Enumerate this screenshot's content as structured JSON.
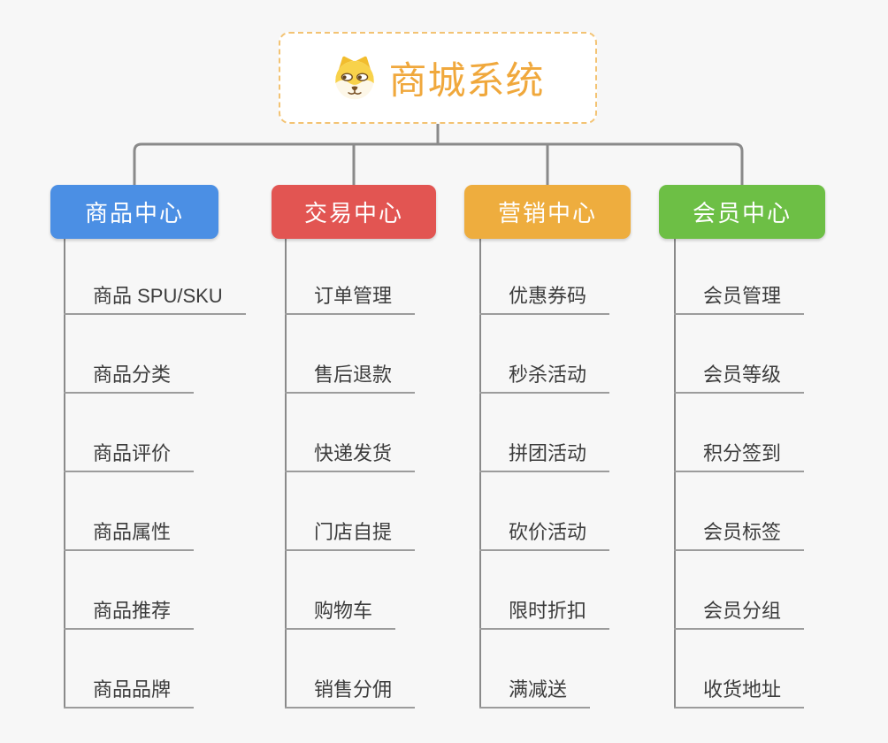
{
  "root": {
    "title": "商城系统",
    "icon": "dog-face-icon",
    "title_color": "#f0a83c",
    "border_color": "#f3c373"
  },
  "branches": [
    {
      "label": "商品中心",
      "color": "#4b8fe4",
      "items": [
        "商品 SPU/SKU",
        "商品分类",
        "商品评价",
        "商品属性",
        "商品推荐",
        "商品品牌"
      ]
    },
    {
      "label": "交易中心",
      "color": "#e25552",
      "items": [
        "订单管理",
        "售后退款",
        "快递发货",
        "门店自提",
        "购物车",
        "销售分佣"
      ]
    },
    {
      "label": "营销中心",
      "color": "#eead3e",
      "items": [
        "优惠券码",
        "秒杀活动",
        "拼团活动",
        "砍价活动",
        "限时折扣",
        "满减送"
      ]
    },
    {
      "label": "会员中心",
      "color": "#6dbf45",
      "items": [
        "会员管理",
        "会员等级",
        "积分签到",
        "会员标签",
        "会员分组",
        "收货地址"
      ]
    }
  ],
  "colors": {
    "background": "#f7f7f7",
    "connector": "#8a8a8a",
    "item_underline": "#9c9c9c",
    "item_text": "#3c3c3c"
  }
}
